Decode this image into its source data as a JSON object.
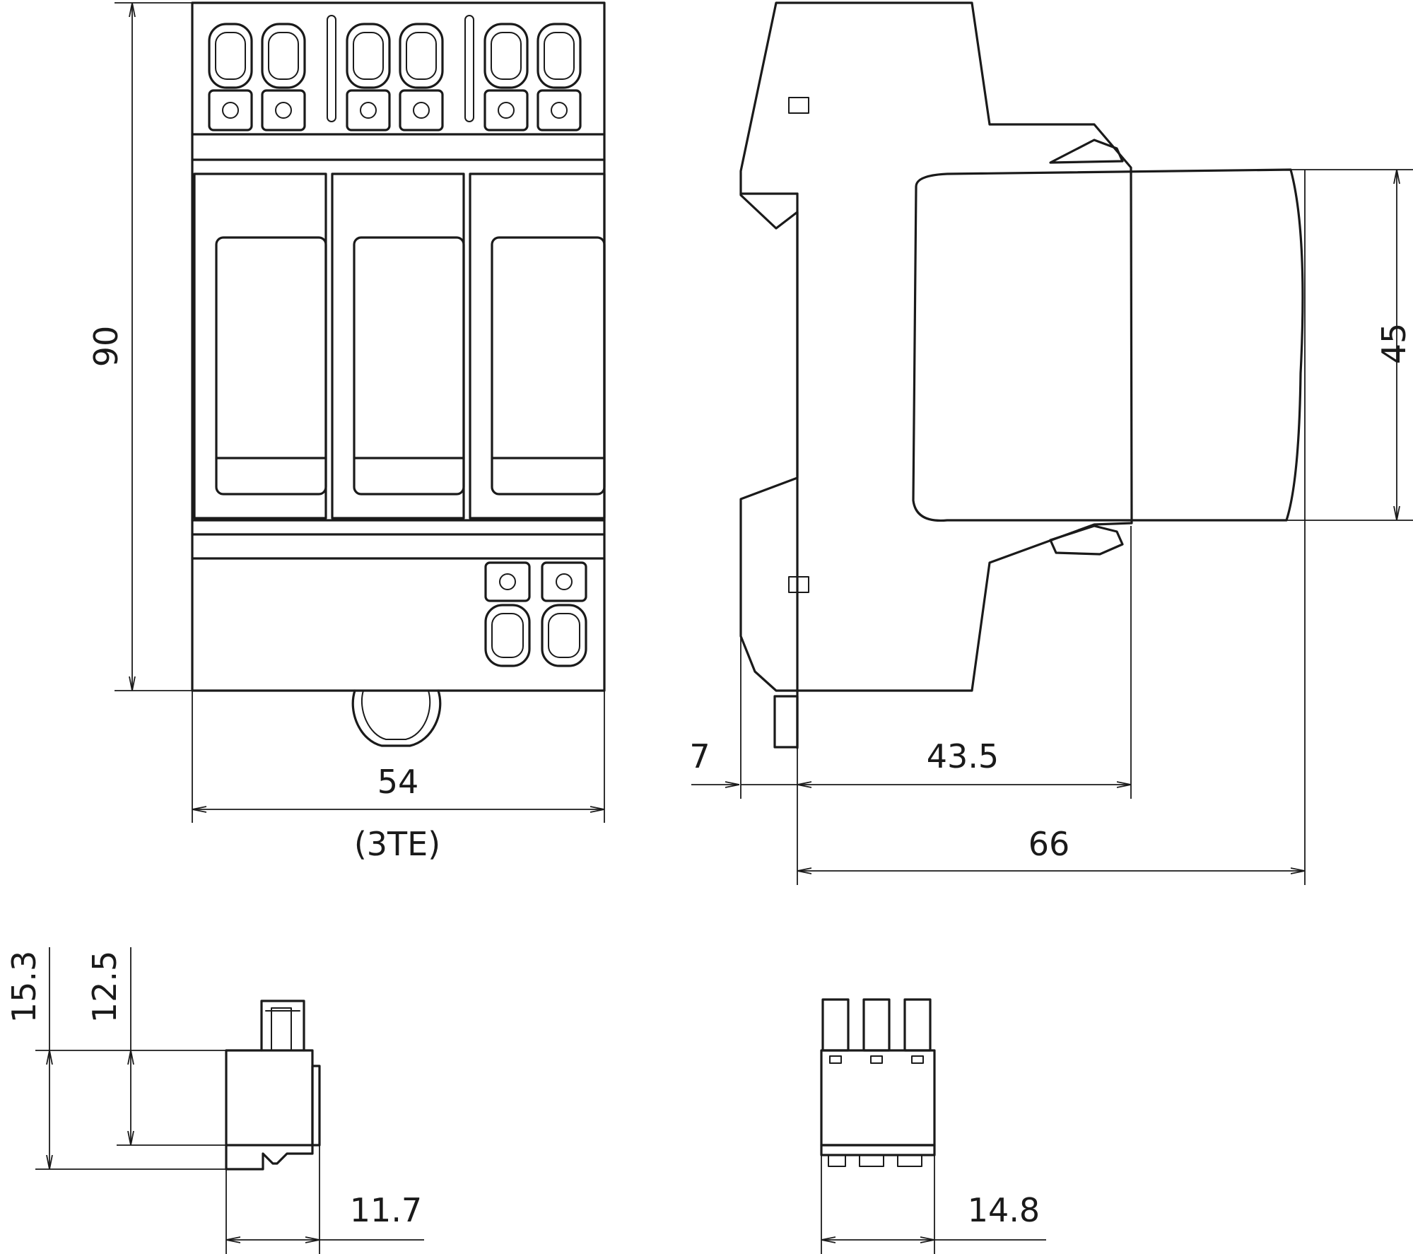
{
  "dimensions": {
    "front_height": "90",
    "front_width": "54",
    "front_width_units": "(3TE)",
    "side_rail_offset": "7",
    "side_depth_mid": "43.5",
    "side_depth_total": "66",
    "side_front_height": "45",
    "plug_height_total": "15.3",
    "plug_height_body": "12.5",
    "plug_side_width": "11.7",
    "plug_front_width": "14.8"
  }
}
